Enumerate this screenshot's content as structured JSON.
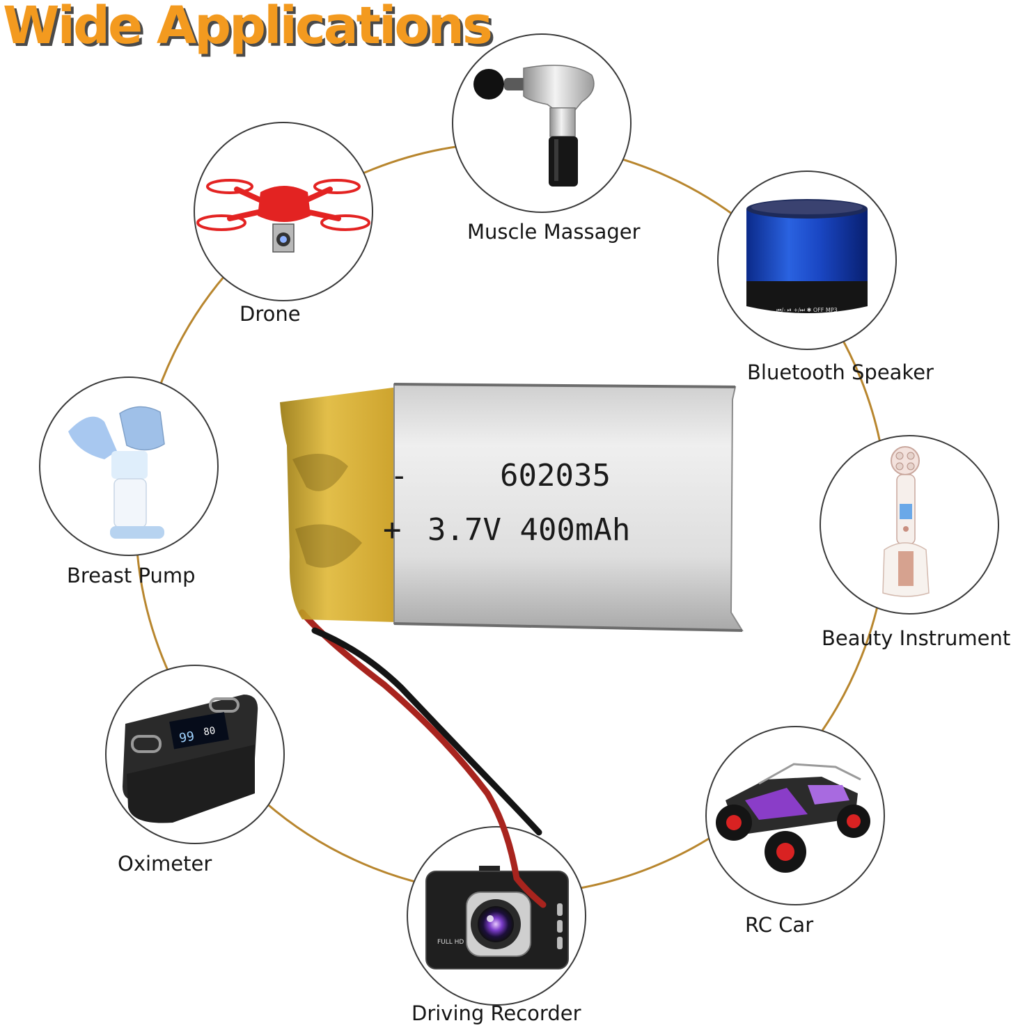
{
  "headline": "Wide Applications",
  "colors": {
    "headline": "#f39a1f",
    "headline_shadow": "#4a4a4a",
    "ring": "#b8862e",
    "circle_border": "#3a3a3a"
  },
  "battery": {
    "model": "602035",
    "negative_mark": "-",
    "positive_mark": "+",
    "rating": "3.7V 400mAh"
  },
  "applications": [
    {
      "label": "Muscle Massager",
      "icon": "massage-gun-icon"
    },
    {
      "label": "Drone",
      "icon": "drone-icon"
    },
    {
      "label": "Bluetooth Speaker",
      "icon": "speaker-icon"
    },
    {
      "label": "Breast Pump",
      "icon": "breast-pump-icon"
    },
    {
      "label": "Beauty Instrument",
      "icon": "beauty-device-icon"
    },
    {
      "label": "Oximeter",
      "icon": "oximeter-icon"
    },
    {
      "label": "RC Car",
      "icon": "rc-car-icon"
    },
    {
      "label": "Driving Recorder",
      "icon": "dashcam-icon"
    }
  ],
  "speaker_buttons": "⏮/-   ⏯   +/⏭   ✱   OFF   MP3",
  "oximeter_display": {
    "spo2": "99",
    "pulse": "80"
  },
  "dashcam_text": "FULL HD"
}
